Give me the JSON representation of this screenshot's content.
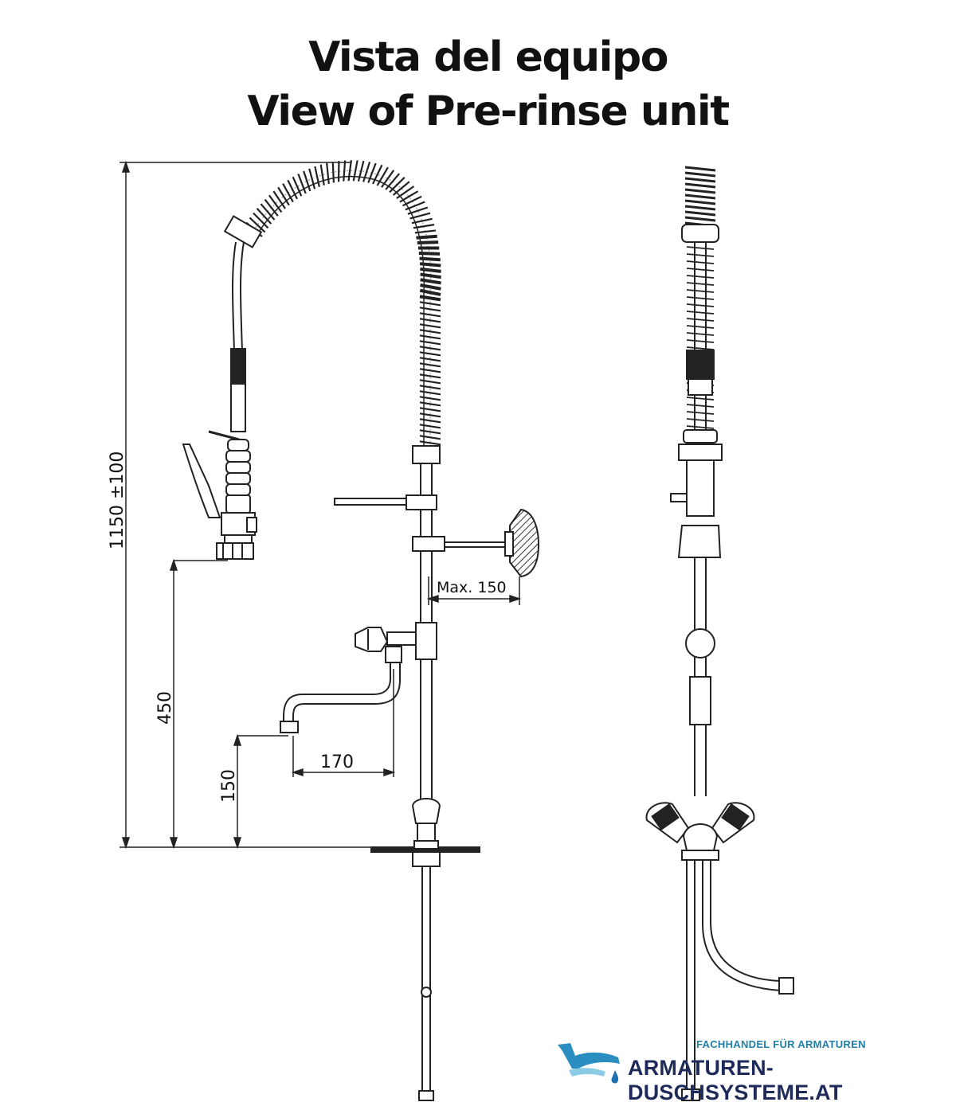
{
  "title": {
    "line1": "Vista del equipo",
    "line2": "View of Pre-rinse unit"
  },
  "dimensions": {
    "overall_height": "1150 ±100",
    "spray_height": "450",
    "spout_height": "150",
    "spout_reach": "170",
    "arm_reach": "Max. 150"
  },
  "logo": {
    "tagline": "FACHHANDEL FÜR ARMATUREN",
    "name": "ARMATUREN-DUSCHSYSTEME.AT",
    "icon": "faucet-drop-icon",
    "color_primary": "#1e2b5a",
    "color_accent": "#2a8fc0"
  }
}
